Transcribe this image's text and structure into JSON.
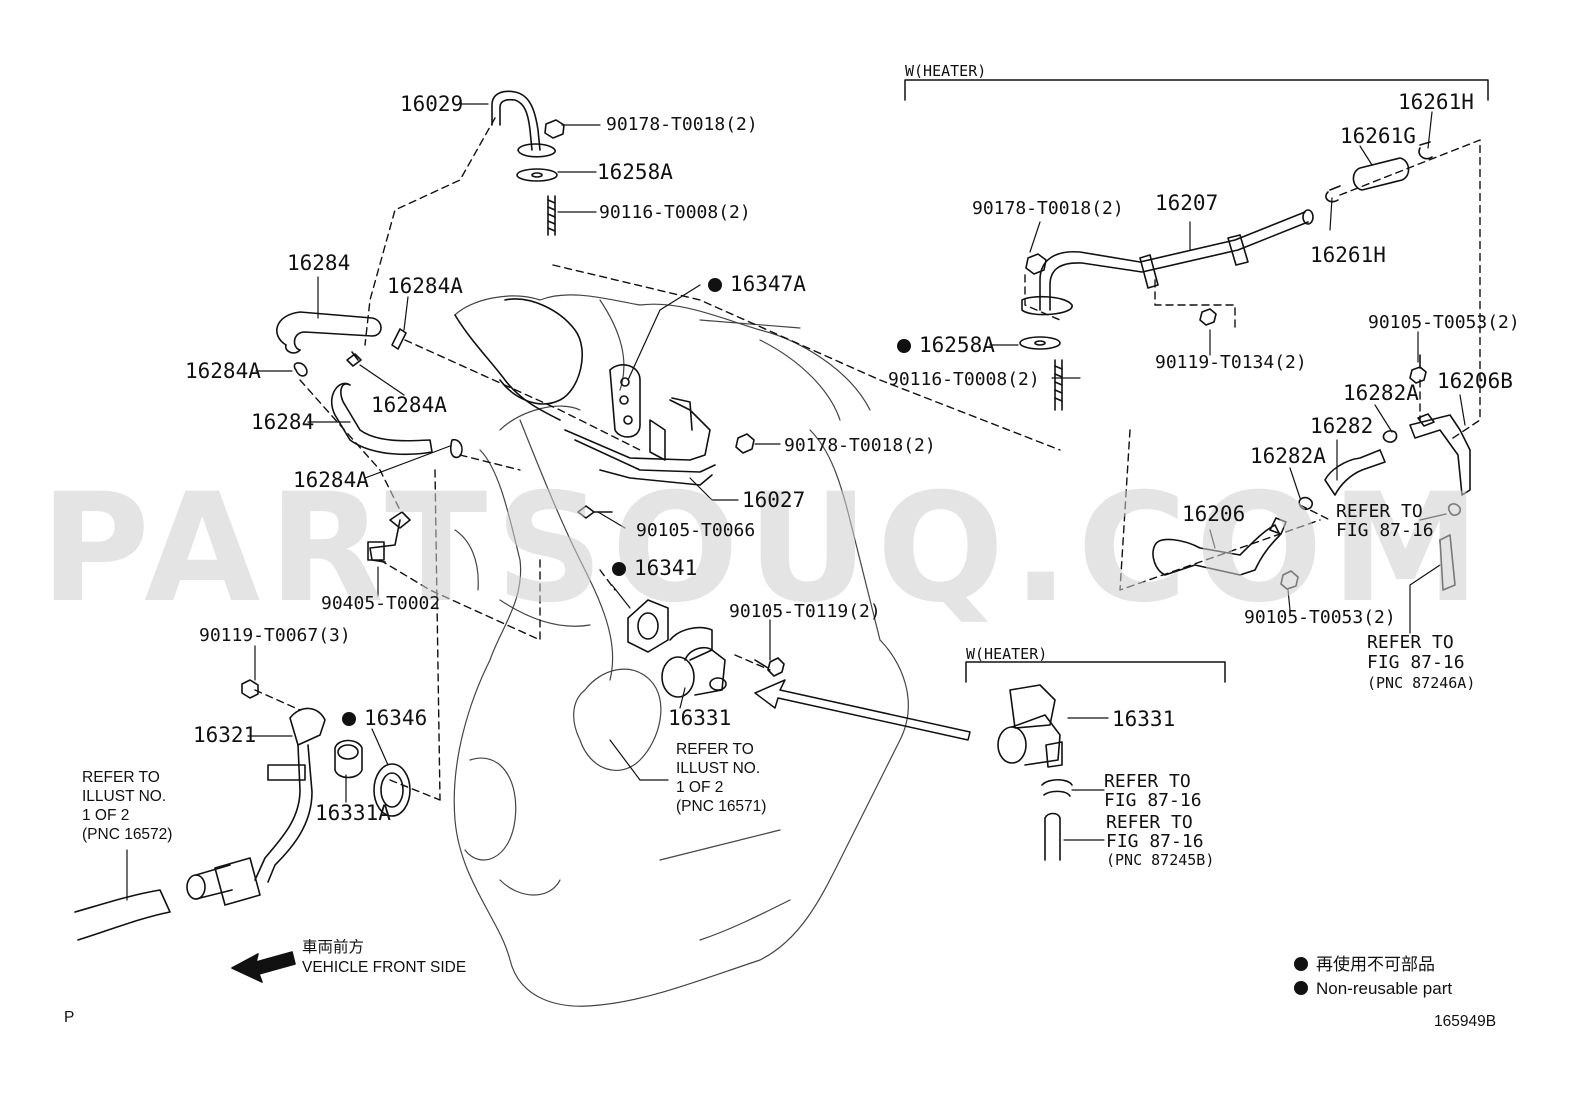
{
  "watermark": "PARTSOUQ.COM",
  "parts": {
    "p16029": "16029",
    "p90178_top": "90178-T0018(2)",
    "p16258A_top": "16258A",
    "p90116_top": "90116-T0008(2)",
    "p16284_a": "16284",
    "p16284A_a": "16284A",
    "p16284A_b": "16284A",
    "p16284A_c": "16284A",
    "p16284_b": "16284",
    "p16284A_d": "16284A",
    "p16347A": "16347A",
    "p90178_mid": "90178-T0018(2)",
    "p16027": "16027",
    "p90105_T0066": "90105-T0066",
    "p90405": "90405-T0002",
    "p16341": "16341",
    "p90105_T0119": "90105-T0119(2)",
    "p90119_T0067": "90119-T0067(3)",
    "p16346": "16346",
    "p16321": "16321",
    "p16331A": "16331A",
    "p16331_main": "16331",
    "p_heater_label_top": "W(HEATER)",
    "p16261H_a": "16261H",
    "p16261G": "16261G",
    "p16207": "16207",
    "p90178_right": "90178-T0018(2)",
    "p16261H_b": "16261H",
    "p16258A_right": "16258A",
    "p90119_T0134": "90119-T0134(2)",
    "p90116_right": "90116-T0008(2)",
    "p90105_T0053_a": "90105-T0053(2)",
    "p16282A_a": "16282A",
    "p16206B": "16206B",
    "p16282": "16282",
    "p16282A_b": "16282A",
    "p16206": "16206",
    "p_refer_87_16_a": [
      "REFER TO",
      "FIG 87-16"
    ],
    "p90105_T0053_b": "90105-T0053(2)",
    "p_refer_87_16_b": [
      "REFER TO",
      "FIG 87-16",
      "(PNC 87246A)"
    ],
    "p_heater_label_bottom": "W(HEATER)",
    "p16331_heater": "16331",
    "p_refer_87_16_c": [
      "REFER TO",
      "FIG 87-16"
    ],
    "p_refer_87_16_d": [
      "REFER TO",
      "FIG 87-16",
      "(PNC 87245B)"
    ]
  },
  "notes": {
    "refer_illust_2": [
      "REFER TO",
      "ILLUST NO.",
      "1 OF 2",
      "(PNC 16571)"
    ],
    "refer_illust_left": [
      "REFER TO",
      "ILLUST NO.",
      "1 OF 2",
      "(PNC 16572)"
    ],
    "vehicle_front_jp": "車両前方",
    "vehicle_front_en": "VEHICLE FRONT SIDE"
  },
  "legend": {
    "jp": "再使用不可部品",
    "en": "Non-reusable part"
  },
  "footer": {
    "left_mark": "P",
    "figure_number": "165949B"
  }
}
